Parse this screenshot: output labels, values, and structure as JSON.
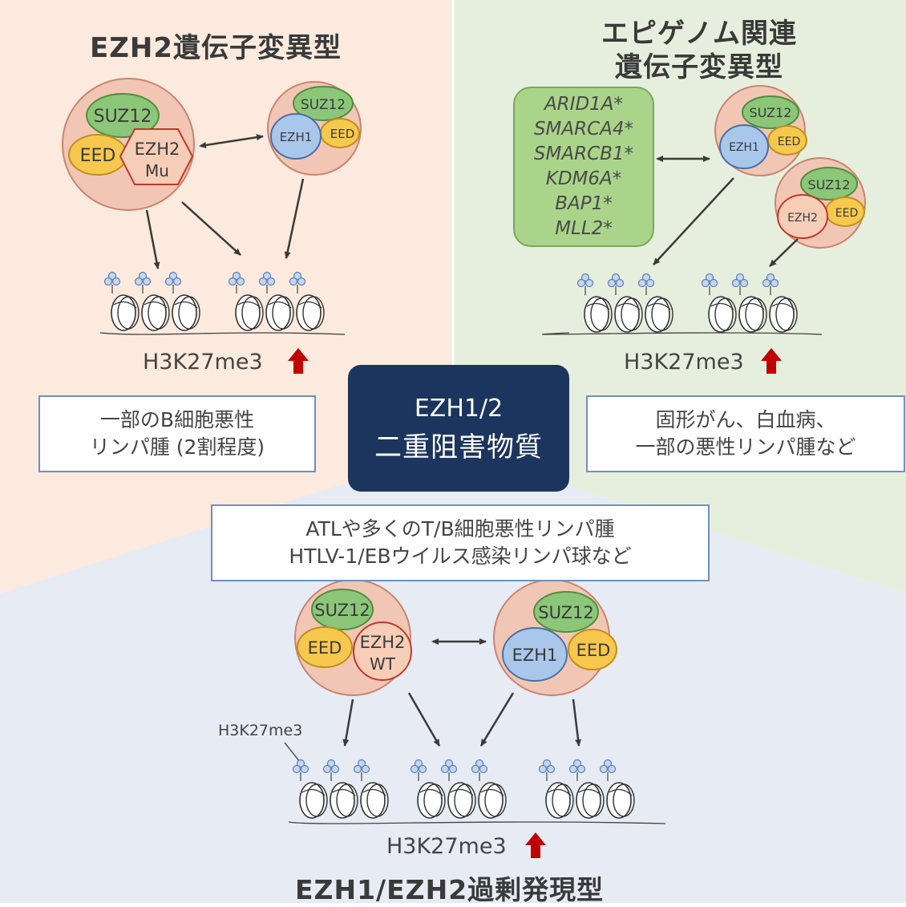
{
  "panels": {
    "ezh2_mutant": {
      "title": "EZH2遺伝子変異型",
      "mark": "H3K27me3",
      "disease_lines": [
        "一部のB細胞悪性",
        "リンパ腫 (2割程度)"
      ]
    },
    "epigenome": {
      "title_lines": [
        "エピゲノム関連",
        "遺伝子変異型"
      ],
      "genes": [
        "ARID1A*",
        "SMARCA4*",
        "SMARCB1*",
        "KDM6A*",
        "BAP1*",
        "MLL2*"
      ],
      "mark": "H3K27me3",
      "disease_lines": [
        "固形がん、白血病、",
        "一部の悪性リンパ腫など"
      ]
    },
    "overexpression": {
      "title": "EZH1/EZH2過剰発現型",
      "disease_lines": [
        "ATLや多くのT/B細胞悪性リンパ腫",
        "HTLV-1/EBウイルス感染リンパ球など"
      ],
      "mark_label": "H3K27me3",
      "mark": "H3K27me3"
    }
  },
  "center": {
    "line1": "EZH1/2",
    "line2": "二重阻害物質"
  },
  "complex_labels": {
    "suz12": "SUZ12",
    "eed": "EED",
    "ezh1": "EZH1",
    "ezh2": "EZH2",
    "mu": "Mu",
    "wt": "WT"
  },
  "colors": {
    "bg_left": "#fbeadd",
    "bg_right": "#e6efdd",
    "bg_bottom": "#e6ebf4",
    "navy": "#1c355e",
    "complex_outer": "#f2c6b4",
    "suz12": "#8cc679",
    "eed": "#f6c84e",
    "ezh1": "#a9c7ea",
    "ezh2": "#f6cdb7",
    "up_arrow": "#c00000"
  }
}
